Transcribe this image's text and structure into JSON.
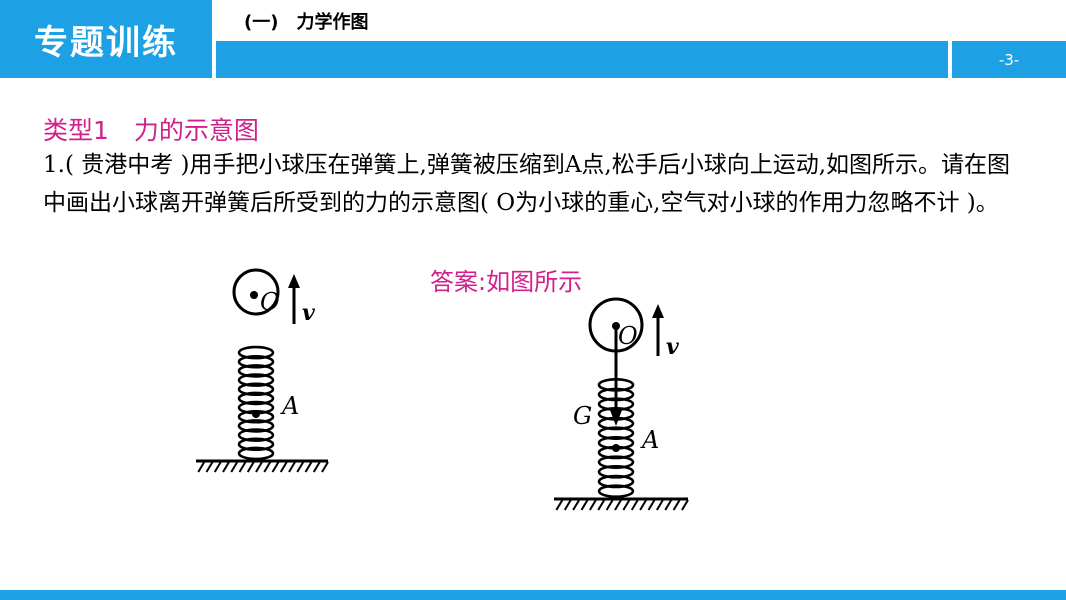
{
  "header": {
    "title": "专题训练",
    "section": "(一)　力学作图",
    "page_number": "-3-"
  },
  "content": {
    "type_heading": "类型1　力的示意图",
    "question": "1.( 贵港中考 )用手把小球压在弹簧上,弹簧被压缩到A点,松手后小球向上运动,如图所示。请在图中画出小球离开弹簧后所受到的力的示意图( O为小球的重心,空气对小球的作用力忽略不计 )。",
    "answer": "答案:如图所示"
  },
  "figure_left": {
    "center_label": "O",
    "velocity_label": "v",
    "point_label": "A"
  },
  "figure_right": {
    "center_label": "O",
    "velocity_label": "v",
    "point_label": "A",
    "force_label": "G"
  },
  "colors": {
    "accent": "#1ea0e4",
    "highlight": "#d0208c"
  }
}
